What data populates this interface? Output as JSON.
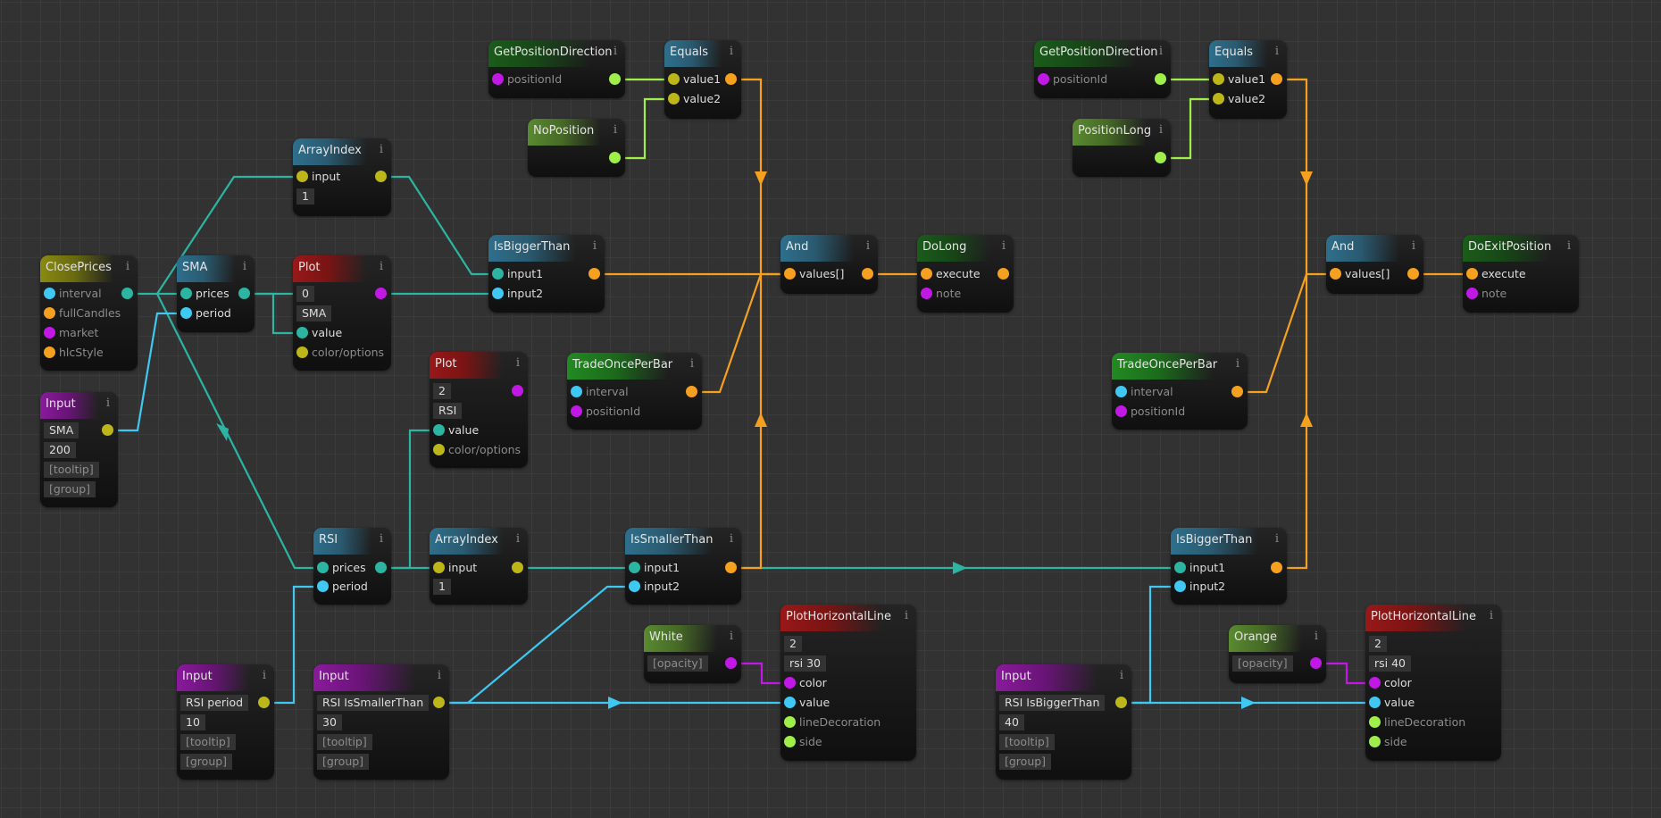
{
  "colors": {
    "number": "#3ec8f2",
    "array": "#2cb5a2",
    "boolean": "#f5a01e",
    "object": "#c218e6",
    "any": "#bcb61a",
    "enum": "#a0ee4a",
    "background": "#323232",
    "grid": "#3b3b3b"
  },
  "info_glyph": "i",
  "nodes": {
    "close_prices": {
      "title": "ClosePrices",
      "inputs": [
        "interval",
        "fullCandles",
        "market",
        "hlcStyle"
      ]
    },
    "sma": {
      "title": "SMA",
      "inputs": [
        "prices",
        "period"
      ]
    },
    "array_index_top": {
      "title": "ArrayIndex",
      "inputs": [
        "input"
      ],
      "fields": [
        "1"
      ]
    },
    "plot_sma": {
      "title": "Plot",
      "fields": [
        "0",
        "SMA"
      ],
      "inputs": [
        "value",
        "color/options"
      ]
    },
    "input_sma": {
      "title": "Input",
      "fields": [
        "SMA",
        "200",
        "[tooltip]",
        "[group]"
      ]
    },
    "get_pos_dir_left": {
      "title": "GetPositionDirection",
      "inputs": [
        "positionId"
      ]
    },
    "equals_left": {
      "title": "Equals",
      "inputs": [
        "value1",
        "value2"
      ]
    },
    "no_position": {
      "title": "NoPosition"
    },
    "is_bigger_top": {
      "title": "IsBiggerThan",
      "inputs": [
        "input1",
        "input2"
      ]
    },
    "plot_rsi": {
      "title": "Plot",
      "fields": [
        "2",
        "RSI"
      ],
      "inputs": [
        "value",
        "color/options"
      ]
    },
    "trade_once_left": {
      "title": "TradeOncePerBar",
      "inputs": [
        "interval",
        "positionId"
      ]
    },
    "and_left": {
      "title": "And",
      "inputs": [
        "values[]"
      ]
    },
    "do_long": {
      "title": "DoLong",
      "inputs": [
        "execute",
        "note"
      ]
    },
    "rsi": {
      "title": "RSI",
      "inputs": [
        "prices",
        "period"
      ]
    },
    "array_index_bottom": {
      "title": "ArrayIndex",
      "inputs": [
        "input"
      ],
      "fields": [
        "1"
      ]
    },
    "is_smaller": {
      "title": "IsSmallerThan",
      "inputs": [
        "input1",
        "input2"
      ]
    },
    "white": {
      "title": "White",
      "fields": [
        "[opacity]"
      ]
    },
    "phl_left": {
      "title": "PlotHorizontalLine",
      "fields": [
        "2",
        "rsi 30"
      ],
      "inputs": [
        "color",
        "value",
        "lineDecoration",
        "side"
      ]
    },
    "input_rsi_period": {
      "title": "Input",
      "fields": [
        "RSI period",
        "10",
        "[tooltip]",
        "[group]"
      ]
    },
    "input_rsi_smaller": {
      "title": "Input",
      "fields": [
        "RSI IsSmallerThan",
        "30",
        "[tooltip]",
        "[group]"
      ]
    },
    "get_pos_dir_right": {
      "title": "GetPositionDirection",
      "inputs": [
        "positionId"
      ]
    },
    "equals_right": {
      "title": "Equals",
      "inputs": [
        "value1",
        "value2"
      ]
    },
    "position_long": {
      "title": "PositionLong"
    },
    "and_right": {
      "title": "And",
      "inputs": [
        "values[]"
      ]
    },
    "do_exit": {
      "title": "DoExitPosition",
      "inputs": [
        "execute",
        "note"
      ]
    },
    "trade_once_right": {
      "title": "TradeOncePerBar",
      "inputs": [
        "interval",
        "positionId"
      ]
    },
    "is_bigger_bottom": {
      "title": "IsBiggerThan",
      "inputs": [
        "input1",
        "input2"
      ]
    },
    "orange": {
      "title": "Orange",
      "fields": [
        "[opacity]"
      ]
    },
    "phl_right": {
      "title": "PlotHorizontalLine",
      "fields": [
        "2",
        "rsi 40"
      ],
      "inputs": [
        "color",
        "value",
        "lineDecoration",
        "side"
      ]
    },
    "input_rsi_bigger": {
      "title": "Input",
      "fields": [
        "RSI IsBiggerThan",
        "40",
        "[tooltip]",
        "[group]"
      ]
    }
  }
}
